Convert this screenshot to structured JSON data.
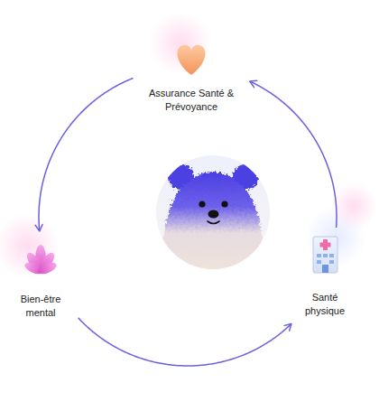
{
  "diagram": {
    "nodes": [
      {
        "text": [
          "Assurance Santé & Prévoyance"
        ]
      },
      {
        "text": [
          "Bien-être mental"
        ]
      },
      {
        "text": [
          "Santé physique"
        ]
      }
    ],
    "edges": [
      {
        "from": 2,
        "to": 0,
        "arrow": "to"
      },
      {
        "from": 0,
        "to": 1,
        "arrow": "to"
      },
      {
        "from": 1,
        "to": 2,
        "arrow": "to"
      }
    ]
  }
}
